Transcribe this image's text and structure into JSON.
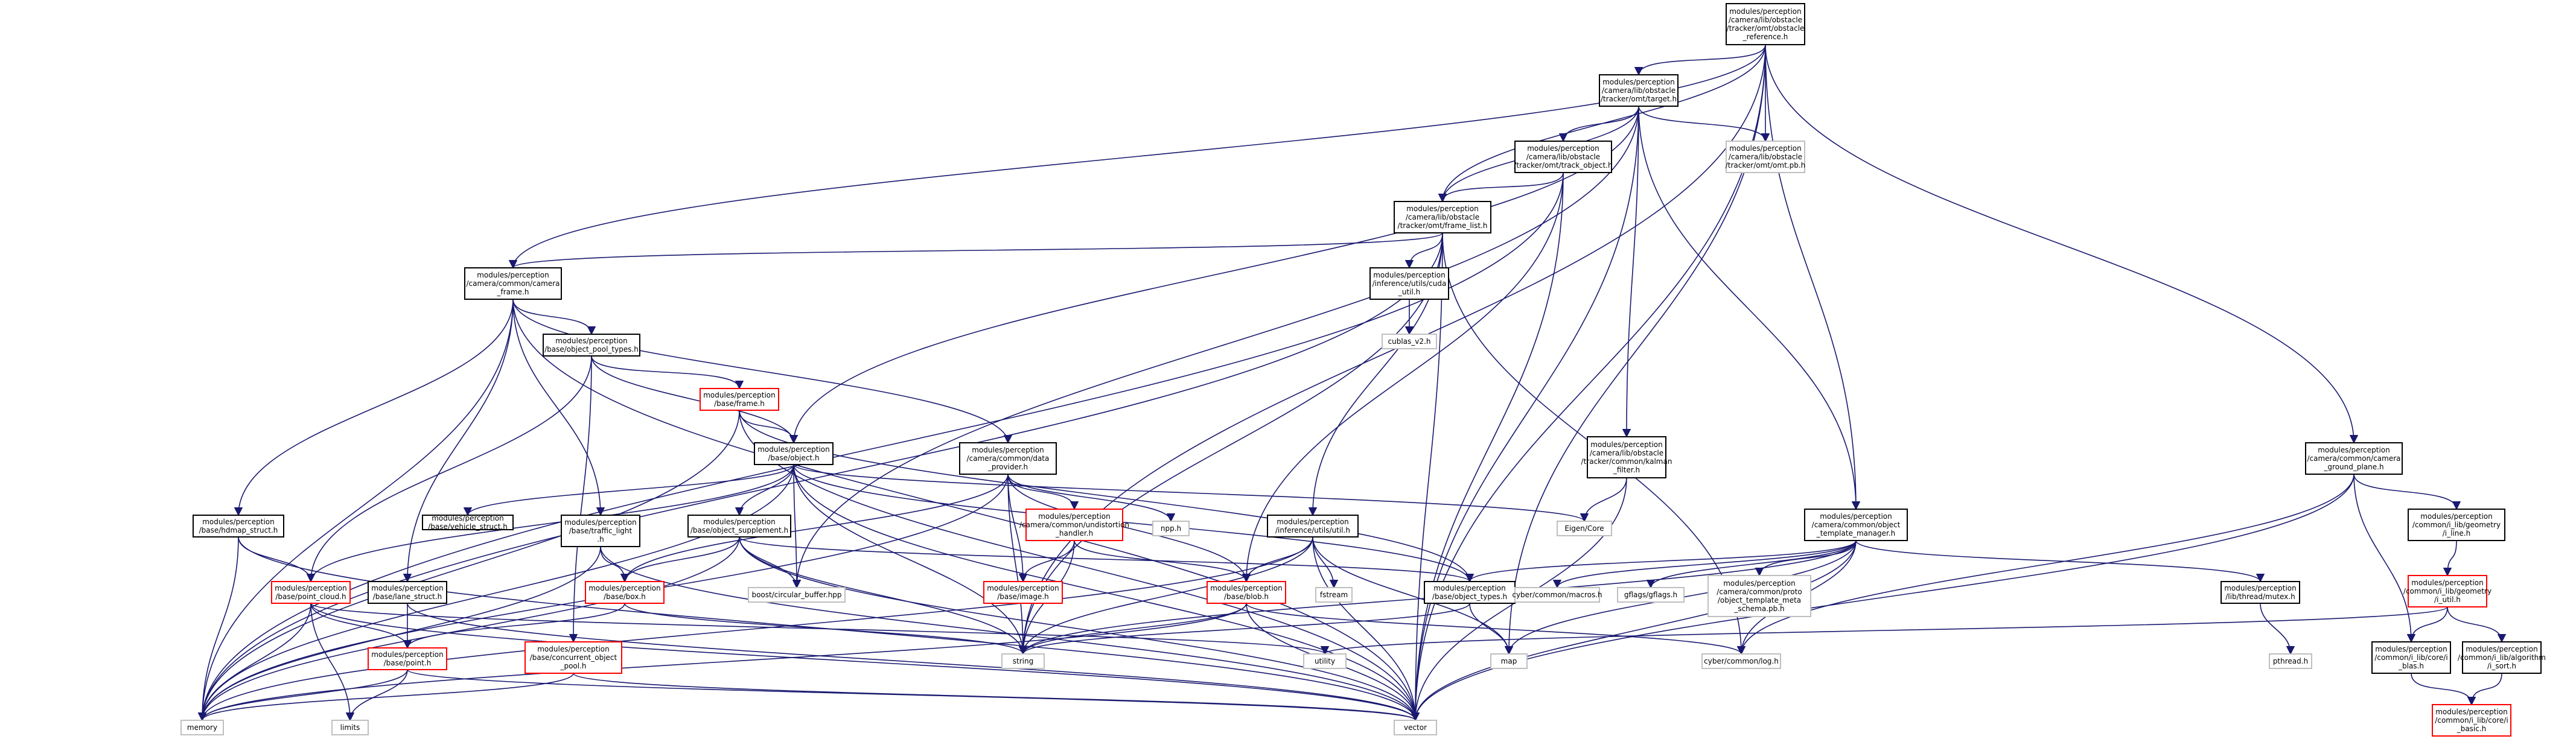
{
  "colors": {
    "edge": "#191970",
    "normal_border": "#000000",
    "highlight_border": "#ff0000",
    "light_border": "#bfbfbf",
    "root_fill": "#bfbfbf",
    "text": "#000000"
  },
  "nodes": [
    {
      "id": "reference",
      "style": "root",
      "lines": [
        "modules/perception",
        "/camera/lib/obstacle",
        "/tracker/omt/obstacle",
        "_reference.h"
      ]
    },
    {
      "id": "target",
      "style": "normal",
      "lines": [
        "modules/perception",
        "/camera/lib/obstacle",
        "/tracker/omt/target.h"
      ]
    },
    {
      "id": "omt_pb",
      "style": "light",
      "lines": [
        "modules/perception",
        "/camera/lib/obstacle",
        "/tracker/omt/omt.pb.h"
      ]
    },
    {
      "id": "track_object",
      "style": "normal",
      "lines": [
        "modules/perception",
        "/camera/lib/obstacle",
        "/tracker/omt/track_object.h"
      ]
    },
    {
      "id": "frame_list",
      "style": "normal",
      "lines": [
        "modules/perception",
        "/camera/lib/obstacle",
        "/tracker/omt/frame_list.h"
      ]
    },
    {
      "id": "camera_frame",
      "style": "normal",
      "lines": [
        "modules/perception",
        "/camera/common/camera",
        "_frame.h"
      ]
    },
    {
      "id": "cuda_util",
      "style": "normal",
      "lines": [
        "modules/perception",
        "/inference/utils/cuda",
        "_util.h"
      ]
    },
    {
      "id": "cublas",
      "style": "light",
      "lines": [
        "cublas_v2.h"
      ]
    },
    {
      "id": "object_pool_types",
      "style": "normal",
      "lines": [
        "modules/perception",
        "/base/object_pool_types.h"
      ]
    },
    {
      "id": "base_frame",
      "style": "red",
      "lines": [
        "modules/perception",
        "/base/frame.h"
      ]
    },
    {
      "id": "base_object",
      "style": "normal",
      "lines": [
        "modules/perception",
        "/base/object.h"
      ]
    },
    {
      "id": "data_provider",
      "style": "normal",
      "lines": [
        "modules/perception",
        "/camera/common/data",
        "_provider.h"
      ]
    },
    {
      "id": "kalman",
      "style": "normal",
      "lines": [
        "modules/perception",
        "/camera/lib/obstacle",
        "/tracker/common/kalman",
        "_filter.h"
      ]
    },
    {
      "id": "ground_plane",
      "style": "normal",
      "lines": [
        "modules/perception",
        "/camera/common/camera",
        "_ground_plane.h"
      ]
    },
    {
      "id": "geometry_line",
      "style": "normal",
      "lines": [
        "modules/perception",
        "/common/i_lib/geometry",
        "/i_line.h"
      ]
    },
    {
      "id": "geometry_util",
      "style": "red",
      "lines": [
        "modules/perception",
        "/common/i_lib/geometry",
        "/i_util.h"
      ]
    },
    {
      "id": "i_blas",
      "style": "normal",
      "lines": [
        "modules/perception",
        "/common/i_lib/core/i",
        "_blas.h"
      ]
    },
    {
      "id": "i_sort",
      "style": "normal",
      "lines": [
        "modules/perception",
        "/common/i_lib/algorithm",
        "/i_sort.h"
      ]
    },
    {
      "id": "i_basic",
      "style": "red",
      "lines": [
        "modules/perception",
        "/common/i_lib/core/i",
        "_basic.h"
      ]
    },
    {
      "id": "template_manager",
      "style": "normal",
      "lines": [
        "modules/perception",
        "/camera/common/object",
        "_template_manager.h"
      ]
    },
    {
      "id": "hdmap_struct",
      "style": "normal",
      "lines": [
        "modules/perception",
        "/base/hdmap_struct.h"
      ]
    },
    {
      "id": "vehicle_struct",
      "style": "normal",
      "lines": [
        "modules/perception",
        "/base/vehicle_struct.h"
      ]
    },
    {
      "id": "traffic_light",
      "style": "normal",
      "lines": [
        "modules/perception",
        "/base/traffic_light",
        ".h"
      ]
    },
    {
      "id": "object_supplement",
      "style": "normal",
      "lines": [
        "modules/perception",
        "/base/object_supplement.h"
      ]
    },
    {
      "id": "undistortion",
      "style": "red",
      "lines": [
        "modules/perception",
        "/camera/common/undistortion",
        "_handler.h"
      ]
    },
    {
      "id": "npp",
      "style": "light",
      "lines": [
        "npp.h"
      ]
    },
    {
      "id": "infer_util",
      "style": "normal",
      "lines": [
        "modules/perception",
        "/inference/utils/util.h"
      ]
    },
    {
      "id": "eigen_core",
      "style": "light",
      "lines": [
        "Eigen/Core"
      ]
    },
    {
      "id": "point_cloud",
      "style": "red",
      "lines": [
        "modules/perception",
        "/base/point_cloud.h"
      ]
    },
    {
      "id": "lane_struct",
      "style": "normal",
      "lines": [
        "modules/perception",
        "/base/lane_struct.h"
      ]
    },
    {
      "id": "base_box",
      "style": "red",
      "lines": [
        "modules/perception",
        "/base/box.h"
      ]
    },
    {
      "id": "circular_buffer",
      "style": "light",
      "lines": [
        "boost/circular_buffer.hpp"
      ]
    },
    {
      "id": "base_image",
      "style": "red",
      "lines": [
        "modules/perception",
        "/base/image.h"
      ]
    },
    {
      "id": "base_blob",
      "style": "red",
      "lines": [
        "modules/perception",
        "/base/blob.h"
      ]
    },
    {
      "id": "fstream",
      "style": "light",
      "lines": [
        "fstream"
      ]
    },
    {
      "id": "object_types",
      "style": "normal",
      "lines": [
        "modules/perception",
        "/base/object_types.h"
      ]
    },
    {
      "id": "cyber_macros",
      "style": "light",
      "lines": [
        "cyber/common/macros.h"
      ]
    },
    {
      "id": "gflags",
      "style": "light",
      "lines": [
        "gflags/gflags.h"
      ]
    },
    {
      "id": "object_template_meta",
      "style": "light",
      "lines": [
        "modules/perception",
        "/camera/common/proto",
        "/object_template_meta",
        "_schema.pb.h"
      ]
    },
    {
      "id": "thread_mutex",
      "style": "normal",
      "lines": [
        "modules/perception",
        "/lib/thread/mutex.h"
      ]
    },
    {
      "id": "base_point",
      "style": "red",
      "lines": [
        "modules/perception",
        "/base/point.h"
      ]
    },
    {
      "id": "concurrent_pool",
      "style": "red",
      "lines": [
        "modules/perception",
        "/base/concurrent_object",
        "_pool.h"
      ]
    },
    {
      "id": "string",
      "style": "light",
      "lines": [
        "string"
      ]
    },
    {
      "id": "utility",
      "style": "light",
      "lines": [
        "utility"
      ]
    },
    {
      "id": "map",
      "style": "light",
      "lines": [
        "map"
      ]
    },
    {
      "id": "cyber_log",
      "style": "light",
      "lines": [
        "cyber/common/log.h"
      ]
    },
    {
      "id": "pthread",
      "style": "light",
      "lines": [
        "pthread.h"
      ]
    },
    {
      "id": "memory",
      "style": "light",
      "lines": [
        "memory"
      ]
    },
    {
      "id": "limits",
      "style": "light",
      "lines": [
        "limits"
      ]
    },
    {
      "id": "vector",
      "style": "light",
      "lines": [
        "vector"
      ]
    }
  ],
  "edges": [
    [
      "reference",
      "target"
    ],
    [
      "reference",
      "omt_pb"
    ],
    [
      "reference",
      "frame_list"
    ],
    [
      "reference",
      "camera_frame"
    ],
    [
      "reference",
      "string"
    ],
    [
      "reference",
      "map"
    ],
    [
      "reference",
      "template_manager"
    ],
    [
      "reference",
      "vector"
    ],
    [
      "reference",
      "ground_plane"
    ],
    [
      "target",
      "track_object"
    ],
    [
      "target",
      "frame_list"
    ],
    [
      "target",
      "omt_pb"
    ],
    [
      "target",
      "circular_buffer"
    ],
    [
      "target",
      "kalman"
    ],
    [
      "target",
      "template_manager"
    ],
    [
      "target",
      "vector"
    ],
    [
      "target",
      "base_object"
    ],
    [
      "track_object",
      "frame_list"
    ],
    [
      "track_object",
      "memory"
    ],
    [
      "track_object",
      "base_blob"
    ],
    [
      "track_object",
      "vector"
    ],
    [
      "frame_list",
      "camera_frame"
    ],
    [
      "frame_list",
      "cuda_util"
    ],
    [
      "frame_list",
      "memory"
    ],
    [
      "frame_list",
      "string"
    ],
    [
      "frame_list",
      "infer_util"
    ],
    [
      "frame_list",
      "cyber_log"
    ],
    [
      "frame_list",
      "vector"
    ],
    [
      "cuda_util",
      "cublas"
    ],
    [
      "camera_frame",
      "object_pool_types"
    ],
    [
      "camera_frame",
      "data_provider"
    ],
    [
      "camera_frame",
      "hdmap_struct"
    ],
    [
      "camera_frame",
      "lane_struct"
    ],
    [
      "camera_frame",
      "traffic_light"
    ],
    [
      "camera_frame",
      "memory"
    ],
    [
      "camera_frame",
      "vector"
    ],
    [
      "object_pool_types",
      "base_frame"
    ],
    [
      "object_pool_types",
      "base_object"
    ],
    [
      "object_pool_types",
      "point_cloud"
    ],
    [
      "object_pool_types",
      "concurrent_pool"
    ],
    [
      "base_frame",
      "base_object"
    ],
    [
      "base_frame",
      "memory"
    ],
    [
      "base_frame",
      "object_types"
    ],
    [
      "base_frame",
      "vector"
    ],
    [
      "base_object",
      "object_supplement"
    ],
    [
      "base_object",
      "vehicle_struct"
    ],
    [
      "base_object",
      "eigen_core"
    ],
    [
      "base_object",
      "circular_buffer"
    ],
    [
      "base_object",
      "string"
    ],
    [
      "base_object",
      "vector"
    ],
    [
      "base_object",
      "point_cloud"
    ],
    [
      "base_object",
      "memory"
    ],
    [
      "base_object",
      "object_types"
    ],
    [
      "data_provider",
      "undistortion"
    ],
    [
      "data_provider",
      "npp"
    ],
    [
      "data_provider",
      "base_image"
    ],
    [
      "data_provider",
      "base_blob"
    ],
    [
      "data_provider",
      "string"
    ],
    [
      "data_provider",
      "memory"
    ],
    [
      "data_provider",
      "base_box"
    ],
    [
      "kalman",
      "eigen_core"
    ],
    [
      "kalman",
      "vector"
    ],
    [
      "ground_plane",
      "geometry_line"
    ],
    [
      "ground_plane",
      "i_blas"
    ],
    [
      "ground_plane",
      "cyber_log"
    ],
    [
      "ground_plane",
      "vector"
    ],
    [
      "geometry_line",
      "geometry_util"
    ],
    [
      "geometry_util",
      "i_blas"
    ],
    [
      "geometry_util",
      "i_sort"
    ],
    [
      "geometry_util",
      "utility"
    ],
    [
      "i_blas",
      "i_basic"
    ],
    [
      "i_sort",
      "i_basic"
    ],
    [
      "template_manager",
      "object_types"
    ],
    [
      "template_manager",
      "cyber_macros"
    ],
    [
      "template_manager",
      "gflags"
    ],
    [
      "template_manager",
      "object_template_meta"
    ],
    [
      "template_manager",
      "thread_mutex"
    ],
    [
      "template_manager",
      "cyber_log"
    ],
    [
      "template_manager",
      "map"
    ],
    [
      "template_manager",
      "string"
    ],
    [
      "template_manager",
      "vector"
    ],
    [
      "hdmap_struct",
      "point_cloud"
    ],
    [
      "hdmap_struct",
      "memory"
    ],
    [
      "hdmap_struct",
      "vector"
    ],
    [
      "traffic_light",
      "base_box"
    ],
    [
      "traffic_light",
      "memory"
    ],
    [
      "traffic_light",
      "vector"
    ],
    [
      "object_supplement",
      "base_box"
    ],
    [
      "object_supplement",
      "circular_buffer"
    ],
    [
      "object_supplement",
      "object_types"
    ],
    [
      "object_supplement",
      "string"
    ],
    [
      "object_supplement",
      "vector"
    ],
    [
      "object_supplement",
      "memory"
    ],
    [
      "undistortion",
      "base_image"
    ],
    [
      "undistortion",
      "base_blob"
    ],
    [
      "undistortion",
      "string"
    ],
    [
      "infer_util",
      "base_blob"
    ],
    [
      "infer_util",
      "fstream"
    ],
    [
      "infer_util",
      "string"
    ],
    [
      "infer_util",
      "map"
    ],
    [
      "infer_util",
      "memory"
    ],
    [
      "infer_util",
      "vector"
    ],
    [
      "point_cloud",
      "base_point"
    ],
    [
      "point_cloud",
      "memory"
    ],
    [
      "point_cloud",
      "limits"
    ],
    [
      "point_cloud",
      "utility"
    ],
    [
      "point_cloud",
      "vector"
    ],
    [
      "lane_struct",
      "base_point"
    ],
    [
      "lane_struct",
      "vector"
    ],
    [
      "base_box",
      "base_point"
    ],
    [
      "base_box",
      "string"
    ],
    [
      "base_blob",
      "memory"
    ],
    [
      "base_blob",
      "string"
    ],
    [
      "base_blob",
      "vector"
    ],
    [
      "base_blob",
      "cyber_log"
    ],
    [
      "object_types",
      "map"
    ],
    [
      "object_types",
      "string"
    ],
    [
      "thread_mutex",
      "pthread"
    ],
    [
      "base_point",
      "memory"
    ],
    [
      "base_point",
      "limits"
    ],
    [
      "base_point",
      "vector"
    ],
    [
      "concurrent_pool",
      "memory"
    ],
    [
      "concurrent_pool",
      "vector"
    ]
  ]
}
